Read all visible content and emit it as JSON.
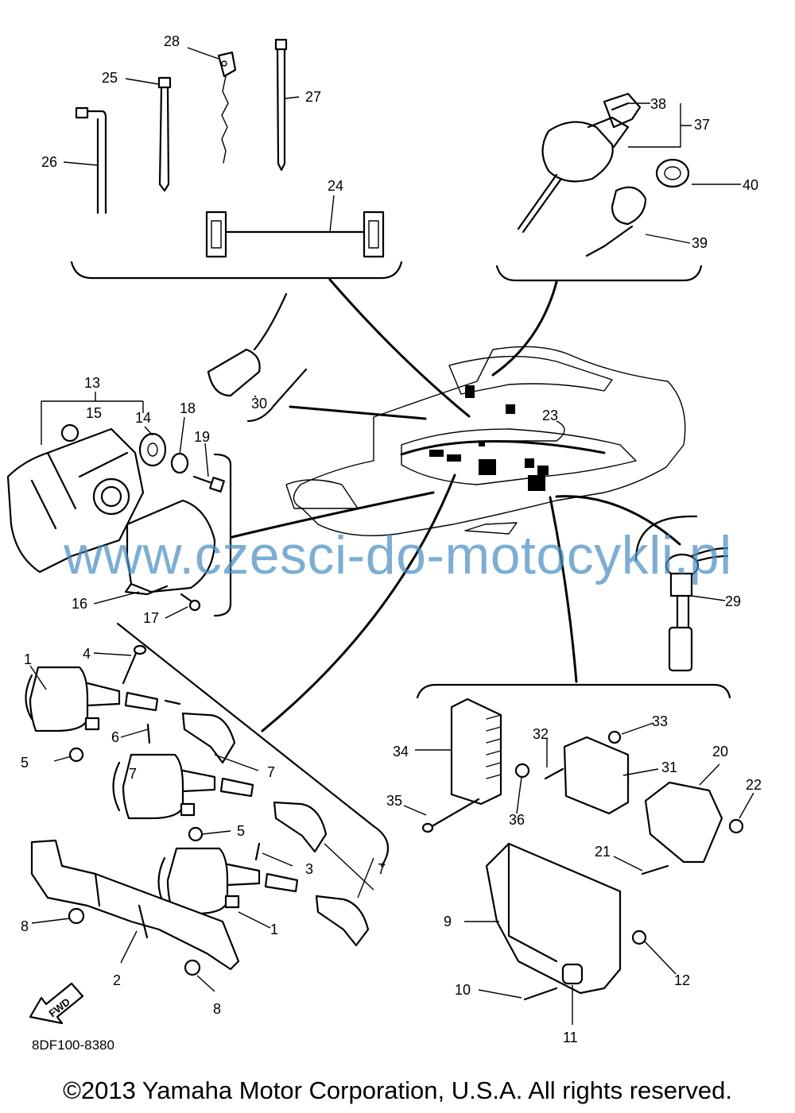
{
  "diagram": {
    "code": "8DF100-8380",
    "copyright": "©2013 Yamaha Motor Corporation, U.S.A. All rights reserved.",
    "watermark": "www.czesci-do-motocykli.pl",
    "fwd_label": "FWD"
  },
  "callouts": {
    "n1a": "1",
    "n1b": "1",
    "n2": "2",
    "n3": "3",
    "n4": "4",
    "n5a": "5",
    "n5b": "5",
    "n6": "6",
    "n7a": "7",
    "n7b": "7",
    "n7c": "7",
    "n8a": "8",
    "n8b": "8",
    "n9": "9",
    "n10": "10",
    "n11": "11",
    "n12": "12",
    "n13": "13",
    "n14": "14",
    "n15": "15",
    "n16": "16",
    "n17": "17",
    "n18": "18",
    "n19": "19",
    "n20": "20",
    "n21": "21",
    "n22": "22",
    "n23": "23",
    "n24": "24",
    "n25": "25",
    "n26": "26",
    "n27": "27",
    "n28": "28",
    "n29": "29",
    "n30": "30",
    "n31": "31",
    "n32": "32",
    "n33": "33",
    "n34": "34",
    "n35": "35",
    "n36": "36",
    "n37": "37",
    "n38": "38",
    "n39": "39",
    "n40": "40"
  }
}
